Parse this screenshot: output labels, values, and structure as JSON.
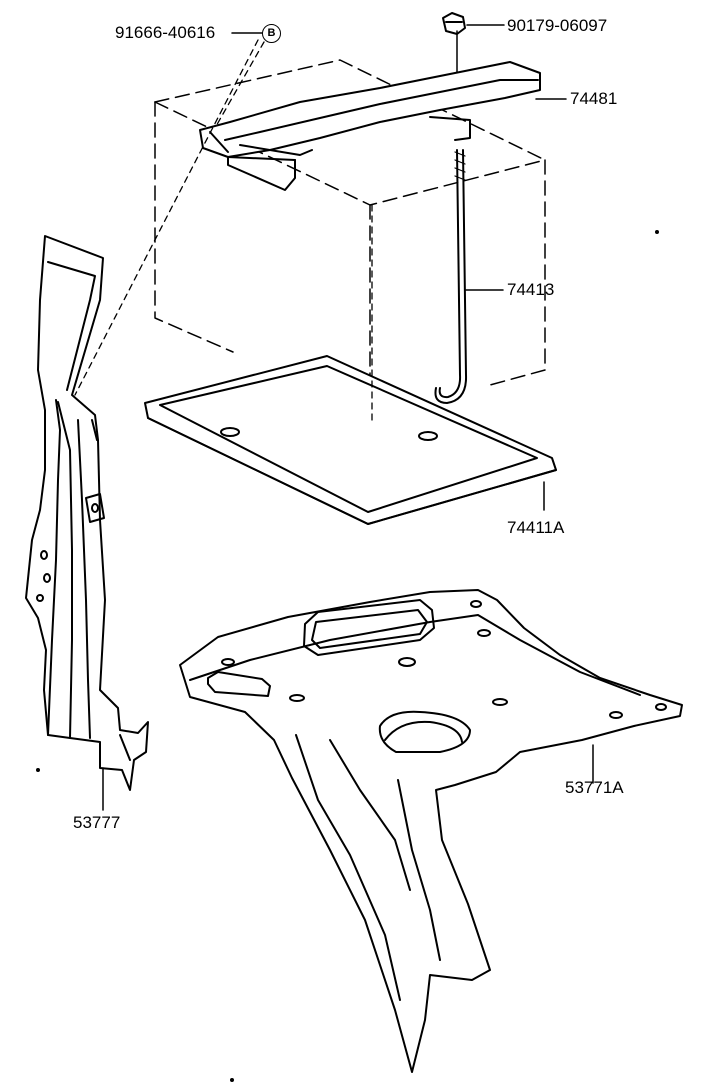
{
  "labels": {
    "p91666": "91666-40616",
    "marker_b": "B",
    "p90179": "90179-06097",
    "p74481": "74481",
    "p74413": "74413",
    "p74411a": "74411A",
    "p53771a": "53771A",
    "p53777": "53777"
  },
  "colors": {
    "line": "#000000",
    "background": "#ffffff"
  }
}
